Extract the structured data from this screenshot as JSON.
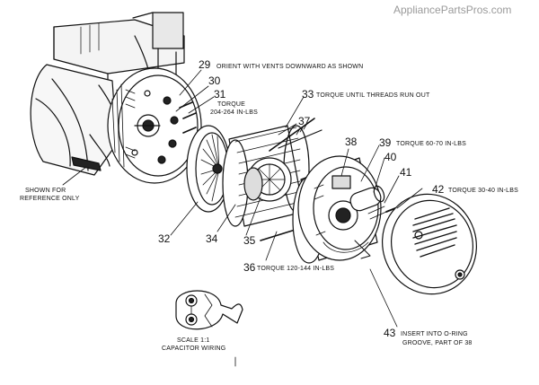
{
  "watermark": "AppliancePartsPros.com",
  "callouts": [
    {
      "id": "29",
      "number": "29",
      "text": "ORIENT WITH VENTS DOWNWARD AS SHOWN"
    },
    {
      "id": "30",
      "number": "30",
      "text": ""
    },
    {
      "id": "31",
      "number": "31",
      "text": "TORQUE",
      "text2": "204-264 IN-LBS"
    },
    {
      "id": "32",
      "number": "32",
      "text": ""
    },
    {
      "id": "33",
      "number": "33",
      "text": "TORQUE UNTIL THREADS RUN OUT"
    },
    {
      "id": "34",
      "number": "34",
      "text": ""
    },
    {
      "id": "35",
      "number": "35",
      "text": ""
    },
    {
      "id": "36",
      "number": "36",
      "text": "TORQUE 120-144 IN-LBS"
    },
    {
      "id": "37",
      "number": "37",
      "text": ""
    },
    {
      "id": "38",
      "number": "38",
      "text": ""
    },
    {
      "id": "39",
      "number": "39",
      "text": "TORQUE 60-70 IN-LBS"
    },
    {
      "id": "40",
      "number": "40",
      "text": ""
    },
    {
      "id": "41",
      "number": "41",
      "text": ""
    },
    {
      "id": "42",
      "number": "42",
      "text": "TORQUE 30-40 IN-LBS"
    },
    {
      "id": "43",
      "number": "43",
      "text": "INSERT INTO O-RING",
      "text2": "GROOVE, PART OF 38"
    }
  ],
  "reference_note": {
    "line1": "SHOWN FOR",
    "line2": "REFERENCE ONLY"
  },
  "capacitor_note": {
    "line1": "SCALE 1:1",
    "line2": "CAPACITOR WIRING"
  }
}
